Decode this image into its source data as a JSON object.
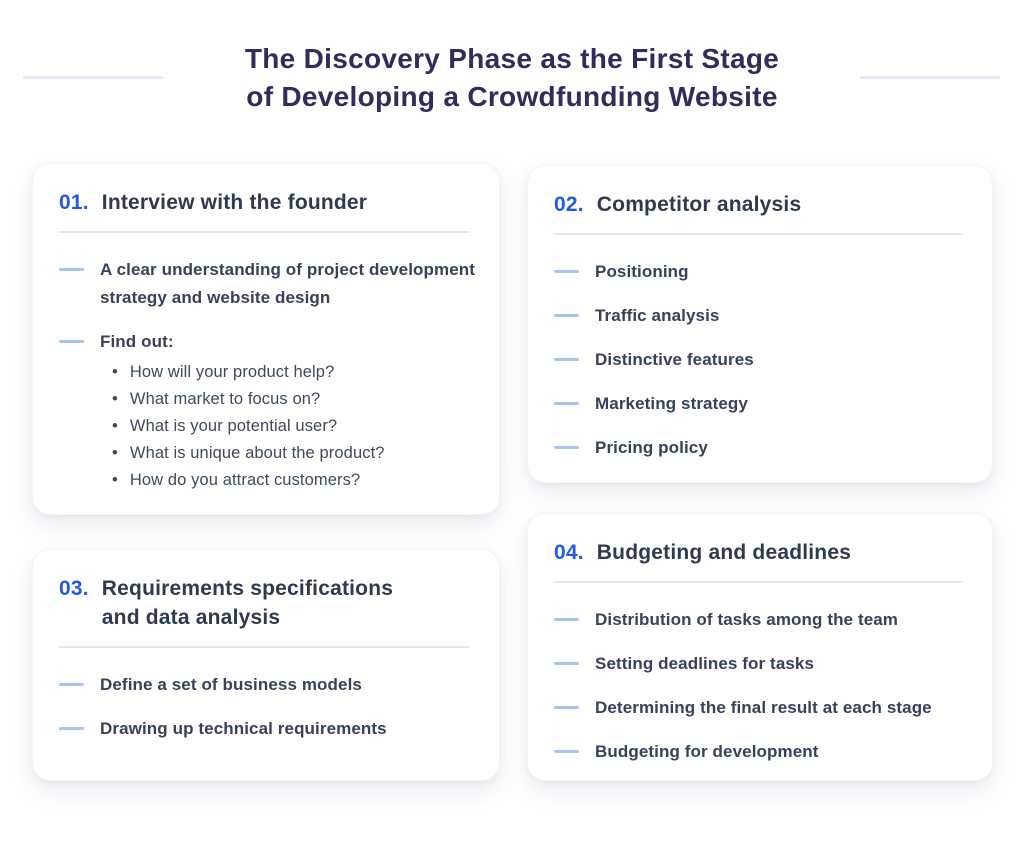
{
  "title": {
    "line1": "The Discovery Phase as the First Stage",
    "line2": "of Developing a Crowdfunding Website"
  },
  "colors": {
    "accent_blue": "#2159e9",
    "title_navy": "#312b5e",
    "heading_dark": "#2e3a4e",
    "item_text": "#36425a",
    "dash_blue": "#a7c5f2",
    "divider_gray": "#e2e7ef",
    "card_background": "#ffffff"
  },
  "cards": [
    {
      "number": "01.",
      "heading": "Interview with the founder",
      "items": [
        {
          "text": "A clear understanding of project development strategy and website design"
        },
        {
          "text": "Find out:",
          "bullets": [
            "How will your product help?",
            "What market to focus on?",
            "What is your potential user?",
            "What is unique about the product?",
            "How do you attract customers?"
          ]
        }
      ]
    },
    {
      "number": "02.",
      "heading": "Competitor analysis",
      "items": [
        {
          "text": "Positioning"
        },
        {
          "text": "Traffic analysis"
        },
        {
          "text": "Distinctive features"
        },
        {
          "text": "Marketing strategy"
        },
        {
          "text": "Pricing policy"
        }
      ]
    },
    {
      "number": "03.",
      "heading": "Requirements specifications and data analysis",
      "items": [
        {
          "text": "Define a set of business models"
        },
        {
          "text": "Drawing up technical requirements"
        }
      ]
    },
    {
      "number": "04.",
      "heading": "Budgeting and deadlines",
      "items": [
        {
          "text": "Distribution of tasks among the team"
        },
        {
          "text": "Setting deadlines for tasks"
        },
        {
          "text": "Determining the final result at each stage"
        },
        {
          "text": "Budgeting for development"
        }
      ]
    }
  ]
}
